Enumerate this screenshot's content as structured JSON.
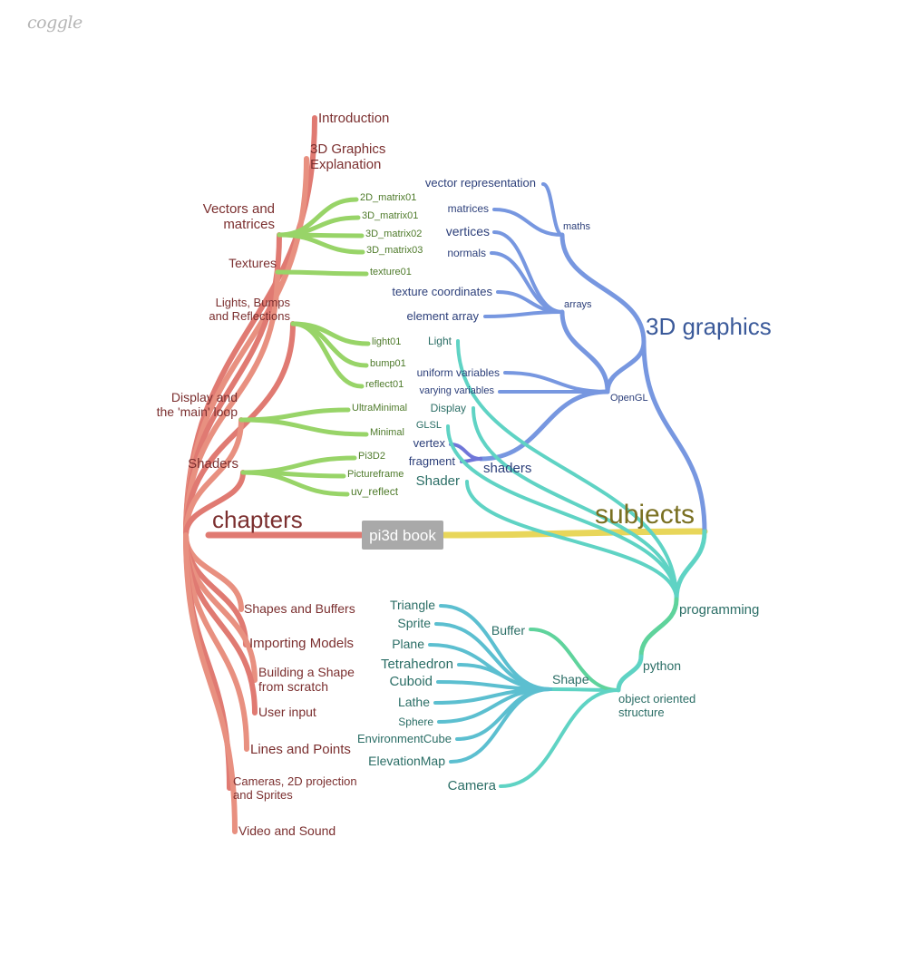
{
  "logo": "coggle",
  "root": "pi3d book",
  "colors": {
    "chapters": "#e07a72",
    "chapters_text": "#7b2f2f",
    "green": "#98d468",
    "green_text": "#4e7a2a",
    "blue": "#7797e0",
    "blue_text": "#2c3f7a",
    "teal": "#5fd3c4",
    "teal_text": "#2b6e66",
    "subjects": "#e8d65a",
    "subjects_text": "#7a7022",
    "graphics_text": "#3b5a9a"
  },
  "chapters": {
    "label": "chapters",
    "items": [
      "Introduction",
      "3D Graphics Explanation",
      "Vectors and matrices",
      "Textures",
      "Lights, Bumps and Reflections",
      "Display and the 'main' loop",
      "Shaders",
      "Shapes and Buffers",
      "Importing Models",
      "Building a Shape from scratch",
      "User input",
      "Lines and Points",
      "Cameras, 2D projection and Sprites",
      "Video and Sound"
    ],
    "vectors_children": [
      "2D_matrix01",
      "3D_matrix01",
      "3D_matrix02",
      "3D_matrix03"
    ],
    "textures_children": [
      "texture01"
    ],
    "lights_children": [
      "light01",
      "bump01",
      "reflect01"
    ],
    "display_children": [
      "UltraMinimal",
      "Minimal"
    ],
    "shaders_children": [
      "Pi3D2",
      "Pictureframe",
      "uv_reflect"
    ]
  },
  "subjects": {
    "label": "subjects",
    "graphics": {
      "label": "3D graphics",
      "maths": {
        "label": "maths",
        "children": [
          "vector representation",
          "matrices"
        ]
      },
      "arrays": {
        "label": "arrays",
        "children": [
          "vertices",
          "normals",
          "texture coordinates",
          "element array"
        ]
      },
      "opengl": {
        "label": "OpenGL",
        "children": [
          "uniform variables",
          "varying variables"
        ]
      },
      "shaders": {
        "label": "shaders",
        "children": [
          "vertex",
          "fragment"
        ]
      }
    },
    "programming": {
      "label": "programming",
      "teal_children": [
        "Light",
        "Display",
        "GLSL",
        "Shader"
      ],
      "python": {
        "label": "python",
        "oo": {
          "label": "object oriented structure",
          "shape": {
            "label": "Shape",
            "children": [
              "Triangle",
              "Sprite",
              "Plane",
              "Tetrahedron",
              "Cuboid",
              "Lathe",
              "Sphere",
              "EnvironmentCube",
              "ElevationMap"
            ]
          },
          "buffer": "Buffer",
          "camera": "Camera"
        }
      }
    }
  }
}
